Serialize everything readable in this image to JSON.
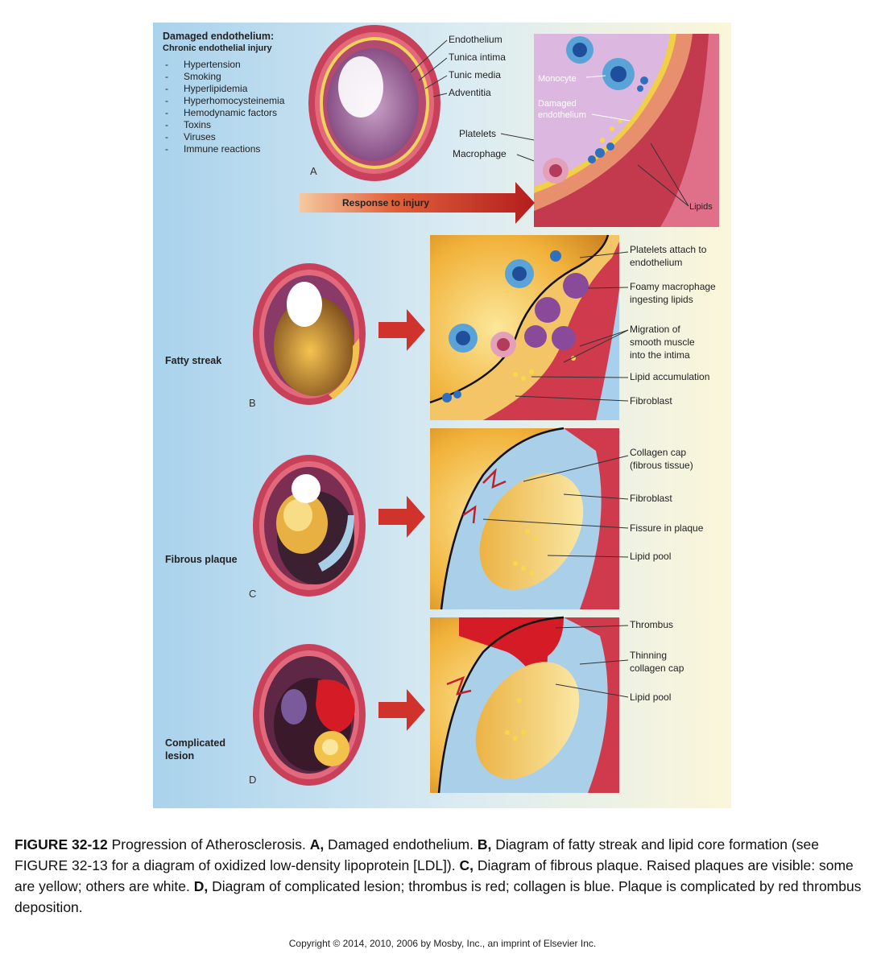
{
  "panel_a": {
    "heading_1": "Damaged endothelium:",
    "heading_2": "Chronic endothelial injury",
    "causes": [
      "Hypertension",
      "Smoking",
      "Hyperlipidemia",
      "Hyperhomocysteinemia",
      "Hemodynamic factors",
      "Toxins",
      "Viruses",
      "Immune reactions"
    ],
    "layer_labels": [
      "Endothelium",
      "Tunica intima",
      "Tunic media",
      "Adventitia"
    ],
    "cell_labels": [
      "Platelets",
      "Macrophage"
    ],
    "detail_labels": {
      "monocyte": "Monocyte",
      "damaged_1": "Damaged",
      "damaged_2": "endothelium",
      "lipids": "Lipids"
    },
    "arrow_label": "Response to injury",
    "letter": "A"
  },
  "panel_b": {
    "stage": "Fatty streak",
    "letter": "B",
    "labels": [
      [
        "Platelets attach to",
        "endothelium"
      ],
      [
        "Foamy macrophage",
        "ingesting lipids"
      ],
      [
        "Migration of",
        "smooth muscle",
        "into the intima"
      ],
      [
        "Lipid accumulation"
      ],
      [
        "Fibroblast"
      ]
    ]
  },
  "panel_c": {
    "stage": "Fibrous plaque",
    "letter": "C",
    "labels": [
      [
        "Collagen cap",
        "(fibrous tissue)"
      ],
      [
        "Fibroblast"
      ],
      [
        "Fissure in plaque"
      ],
      [
        "Lipid pool"
      ]
    ]
  },
  "panel_d": {
    "stage_1": "Complicated",
    "stage_2": "lesion",
    "letter": "D",
    "labels": [
      [
        "Thrombus"
      ],
      [
        "Thinning",
        "collagen cap"
      ],
      [
        "Lipid pool"
      ]
    ]
  },
  "caption": {
    "figure_no": "FIGURE 32-12",
    "title": " Progression of Atherosclerosis. ",
    "a_key": "A,",
    "a_text": " Damaged endothelium. ",
    "b_key": "B,",
    "b_text": " Diagram of fatty streak and lipid core formation (see FIGURE 32-13 for a diagram of oxidized low-density lipoprotein [LDL]). ",
    "c_key": "C,",
    "c_text": " Diagram of fibrous plaque. Raised plaques are visible: some are yellow; others are white. ",
    "d_key": "D,",
    "d_text": " Diagram of complicated lesion; thrombus is red; collagen is blue. Plaque is complicated by red thrombus deposition."
  },
  "copyright": "Copyright © 2014, 2010, 2006 by Mosby, Inc., an imprint of Elsevier Inc."
}
